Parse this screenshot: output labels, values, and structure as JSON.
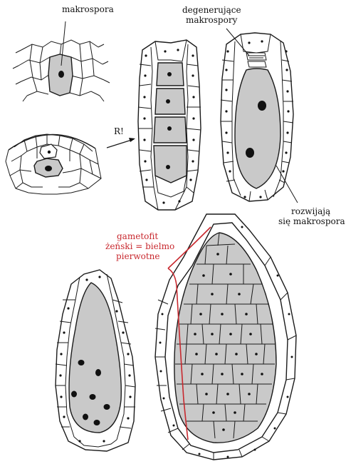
{
  "labels": {
    "makrospora": "makrospora",
    "degenerujace_1": "degenerujące",
    "degenerujace_2": "makrospory",
    "reduction": "R!",
    "rozwijajaca_1": "rozwijają",
    "rozwijajaca_2": "się makrospora",
    "gametofit_1": "gametofit",
    "gametofit_2": "żeński = bielmo",
    "gametofit_3": "pierwotne"
  },
  "colors": {
    "cytoplasm": "#c9c9c9",
    "outline": "#1a1a1a",
    "annotation_red": "#c8282e"
  }
}
